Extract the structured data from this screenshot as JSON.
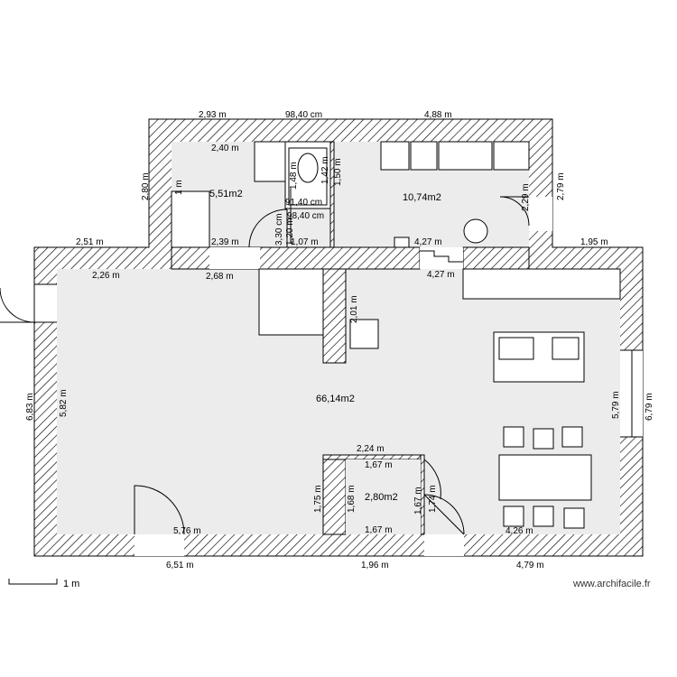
{
  "rooms": {
    "living": "66,14m2",
    "kitchen": "10,74m2",
    "bathroom": "5,51m2",
    "wc": "2,80m2"
  },
  "dims": {
    "top_left": "2,93 m",
    "top_mid": "98,40 cm",
    "top_right": "4,88 m",
    "bath_w": "2,40 m",
    "bath_h": "2,80 m",
    "bath_1m": "1 m",
    "bath_bottom": "2,39 m",
    "shower_148": "1,48 m",
    "shower_142": "1,42 m",
    "shower_150": "1,50 m",
    "d_9140": "91,40 cm",
    "d_9840": "98,40 cm",
    "d_330": "3,30 cm",
    "d_120": "1,20 m",
    "d_107": "1,07 m",
    "kitchen_229": "2,29 m",
    "kitchen_279": "2,79 m",
    "kitchen_427_a": "4,27 m",
    "kitchen_427_b": "4,27 m",
    "left_251": "2,51 m",
    "right_195": "1,95 m",
    "living_226": "2,26 m",
    "living_268": "2,68 m",
    "living_201": "2,01 m",
    "left_683": "6,83 m",
    "left_582": "5,82 m",
    "right_579": "5,79 m",
    "right_679": "6,79 m",
    "wc_224": "2,24 m",
    "wc_167_top": "1,67 m",
    "wc_175": "1,75 m",
    "wc_168": "1,68 m",
    "wc_167_v": "1,67 m",
    "wc_174": "1,74 m",
    "wc_167_bot": "1,67 m",
    "living_576": "5,76 m",
    "living_426": "4,26 m",
    "bot_651": "6,51 m",
    "bot_196": "1,96 m",
    "bot_479": "4,79 m"
  },
  "scale_label": "1 m",
  "watermark": "www.archifacile.fr"
}
